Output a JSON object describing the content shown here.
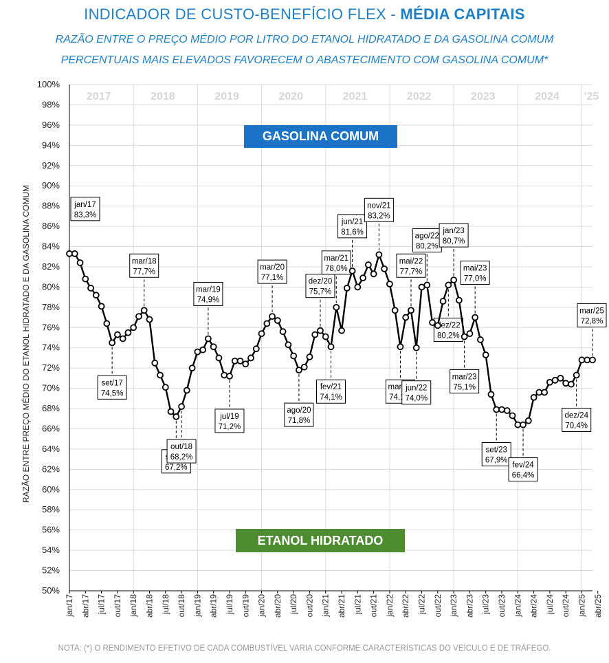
{
  "header": {
    "title_main": "INDICADOR DE CUSTO-BENEFÍCIO FLEX - ",
    "title_bold": "MÉDIA CAPITAIS",
    "subtitle1": "RAZÃO ENTRE O PREÇO MÉDIO POR LITRO DO ETANOL HIDRATADO E DA GASOLINA COMUM",
    "subtitle2": "PERCENTUAIS MAIS ELEVADOS FAVORECEM O ABASTECIMENTO COM GASOLINA COMUM*"
  },
  "zones": {
    "gasoline": "GASOLINA COMUM",
    "ethanol": "ETANOL HIDRATADO"
  },
  "note": "NOTA: (*) O RENDIMENTO EFETIVO DE CADA COMBUSTÍVEL VARIA CONFORME CARACTERÍSTICAS DO VEÍCULO E DE TRÁFEGO.",
  "chart_data": {
    "type": "line",
    "ylabel": "RAZÃO ENTRE PREÇO MÉDIO DO ETANOL HIDRATADO E DA GASOLINA COMUM",
    "ylim": [
      50,
      100
    ],
    "y_ticks": [
      "50%",
      "52%",
      "54%",
      "56%",
      "58%",
      "60%",
      "62%",
      "64%",
      "66%",
      "68%",
      "70%",
      "72%",
      "74%",
      "76%",
      "78%",
      "80%",
      "82%",
      "84%",
      "86%",
      "88%",
      "90%",
      "92%",
      "94%",
      "96%",
      "98%",
      "100%"
    ],
    "grid": true,
    "year_labels": [
      "2017",
      "2018",
      "2019",
      "2020",
      "2021",
      "2022",
      "2023",
      "2024",
      "'25"
    ],
    "x_tick_labels": [
      "jan/17",
      "abr/17",
      "jul/17",
      "out/17",
      "jan/18",
      "abr/18",
      "jul/18",
      "out/18",
      "jan/19",
      "abr/19",
      "jul/19",
      "out/19",
      "jan/20",
      "abr/20",
      "jul/20",
      "out/20",
      "jan/21",
      "abr/21",
      "jul/21",
      "out/21",
      "jan/22",
      "abr/22",
      "jul/22",
      "out/22",
      "jan/23",
      "abr/23",
      "jul/23",
      "out/23",
      "jan/24",
      "abr/24",
      "jul/24",
      "out/24",
      "jan/25",
      "abr/25"
    ],
    "series": [
      {
        "values": [
          83.3,
          83.3,
          82.4,
          80.8,
          79.9,
          79.2,
          78.1,
          76.4,
          74.5,
          75.3,
          74.9,
          75.5,
          76.0,
          77.1,
          77.7,
          76.8,
          72.5,
          71.3,
          70.1,
          67.7,
          67.2,
          68.2,
          69.8,
          72.0,
          73.6,
          73.8,
          74.9,
          74.1,
          73.0,
          71.3,
          71.2,
          72.7,
          72.7,
          72.4,
          73.0,
          73.9,
          75.4,
          76.4,
          77.1,
          76.7,
          75.6,
          74.3,
          73.2,
          71.8,
          72.1,
          73.1,
          75.3,
          75.7,
          75.1,
          74.1,
          78.0,
          75.7,
          79.9,
          81.6,
          80.0,
          80.9,
          82.2,
          81.3,
          83.2,
          81.8,
          80.3,
          77.7,
          74.1,
          77.0,
          77.7,
          74.0,
          80.0,
          80.2,
          76.5,
          76.2,
          78.6,
          80.2,
          80.7,
          78.7,
          75.1,
          75.4,
          77.0,
          74.8,
          73.3,
          69.4,
          67.9,
          67.9,
          67.8,
          67.3,
          66.4,
          66.4,
          66.8,
          69.1,
          69.6,
          69.6,
          70.6,
          70.8,
          71.0,
          70.5,
          70.4,
          71.3,
          72.8,
          72.8,
          72.8
        ]
      }
    ],
    "annotations": [
      {
        "month": "jan/17",
        "value": "83,3%"
      },
      {
        "month": "set/17",
        "value": "74,5%"
      },
      {
        "month": "mar/18",
        "value": "77,7%"
      },
      {
        "month": "set/18",
        "value": "67,2%"
      },
      {
        "month": "out/18",
        "value": "68,2%"
      },
      {
        "month": "mar/19",
        "value": "74,9%"
      },
      {
        "month": "jul/19",
        "value": "71,2%"
      },
      {
        "month": "mar/20",
        "value": "77,1%"
      },
      {
        "month": "ago/20",
        "value": "71,8%"
      },
      {
        "month": "dez/20",
        "value": "75,7%"
      },
      {
        "month": "fev/21",
        "value": "74,1%"
      },
      {
        "month": "mar/21",
        "value": "78,0%"
      },
      {
        "month": "jun/21",
        "value": "81,6%"
      },
      {
        "month": "nov/21",
        "value": "83,2%"
      },
      {
        "month": "mar/22",
        "value": "74,1%"
      },
      {
        "month": "mai/22",
        "value": "77,7%"
      },
      {
        "month": "jun/22",
        "value": "74,0%"
      },
      {
        "month": "ago/22",
        "value": "80,2%"
      },
      {
        "month": "dez/22",
        "value": "80,2%"
      },
      {
        "month": "jan/23",
        "value": "80,7%"
      },
      {
        "month": "mar/23",
        "value": "75,1%"
      },
      {
        "month": "mai/23",
        "value": "77,0%"
      },
      {
        "month": "set/23",
        "value": "67,9%"
      },
      {
        "month": "fev/24",
        "value": "66,4%"
      },
      {
        "month": "dez/24",
        "value": "70,4%"
      },
      {
        "month": "mar/25",
        "value": "72,8%"
      },
      {
        "month": "abr/25",
        "value": "72,8%"
      }
    ],
    "colors": {
      "line": "#000000",
      "grid": "#d9d9d9",
      "year_label": "#d6d6d6"
    }
  }
}
